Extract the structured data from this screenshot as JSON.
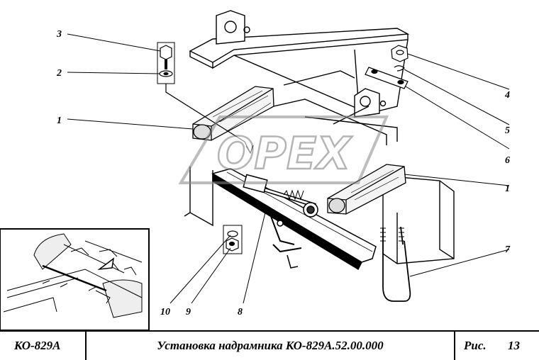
{
  "diagram": {
    "watermark_text": "OPEX",
    "callouts": [
      "1",
      "2",
      "3",
      "1",
      "4",
      "5",
      "6",
      "7",
      "8",
      "9",
      "10"
    ]
  },
  "title_block": {
    "model": "КО-829А",
    "title": "Установка надрамника КО-829А.52.00.000",
    "fig_label": "Рис.",
    "fig_number": "13"
  }
}
